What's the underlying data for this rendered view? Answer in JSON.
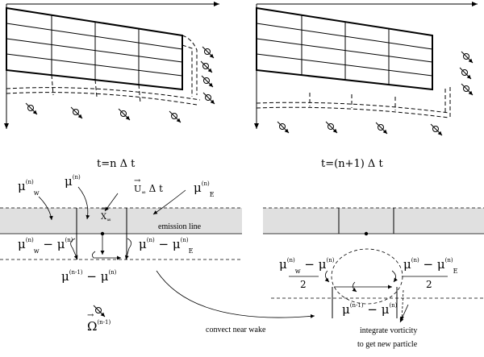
{
  "captions": {
    "time_left": "t=n  Δ t",
    "time_right": "t=(n+1)   Δ t"
  },
  "labels": {
    "mu_w": "μ",
    "mu_w_sup": "(n)",
    "mu_w_sub": "w",
    "mu": "μ",
    "mu_sup": "(n)",
    "u_inf": "U",
    "u_inf_sub": "∞",
    "delta_t": "Δ t",
    "mu_e": "μ",
    "mu_e_sup": "(n)",
    "mu_e_sub": "E",
    "x_inf": "X",
    "x_inf_sub": "∞",
    "emission_line": "emission line",
    "diff_left": "μ",
    "diff_left_a_sup": "(n)",
    "diff_left_a_sub": "w",
    "minus": "−",
    "diff_left_b_sup": "(n)",
    "diff_right_a_sup": "(n)",
    "diff_right_b_sup": "(n)",
    "diff_right_b_sub": "E",
    "diff_time_a_sup": "(n-1)",
    "diff_time_b_sup": "(n)",
    "omega": "Ω",
    "omega_sup": "(n-1)",
    "convect": "convect near wake",
    "half_denominator": "2",
    "integrate_line1": "integrate vorticity",
    "integrate_line2": "to get new particle"
  }
}
